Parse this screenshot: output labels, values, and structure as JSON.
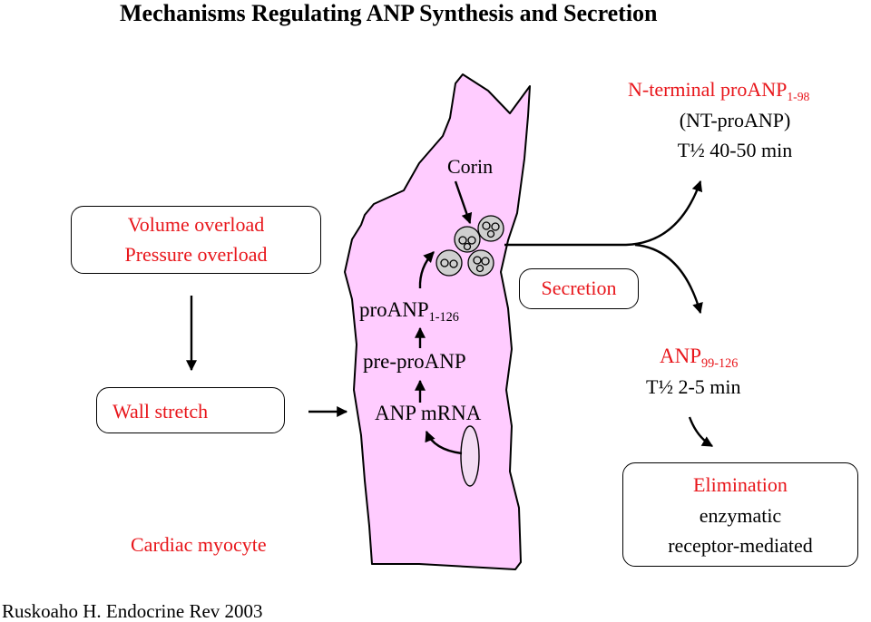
{
  "title": "Mechanisms Regulating ANP Synthesis and Secretion",
  "stimulus": {
    "line1": "Volume overload",
    "line2": "Pressure overload"
  },
  "wall_stretch": "Wall stretch",
  "cell_label": "Cardiac myocyte",
  "corin": "Corin",
  "synthesis": {
    "proanp": "proANP",
    "proanp_sub": "1-126",
    "pre_proanp": "pre-proANP",
    "mrna": "ANP mRNA"
  },
  "secretion": "Secretion",
  "nt_proanp": {
    "name": "N-terminal proANP",
    "sub": "1-98",
    "abbrev": "(NT-proANP)",
    "half_life": "T½ 40-50 min"
  },
  "anp": {
    "name": "ANP",
    "sub": "99-126",
    "half_life": "T½ 2-5 min"
  },
  "elimination": {
    "title": "Elimination",
    "line1": "enzymatic",
    "line2": "receptor-mediated"
  },
  "citation": "Ruskoaho H. Endocrine Rev 2003",
  "colors": {
    "cell_fill": "#ffccff",
    "red_text": "#e8161b",
    "granule_fill": "#cfcfcf",
    "up_arrow_fill": "#ffff33"
  },
  "icons": {
    "increase": "up-arrow-icon",
    "granules": "secretory-granule-icon",
    "nucleus": "nucleus-icon"
  }
}
